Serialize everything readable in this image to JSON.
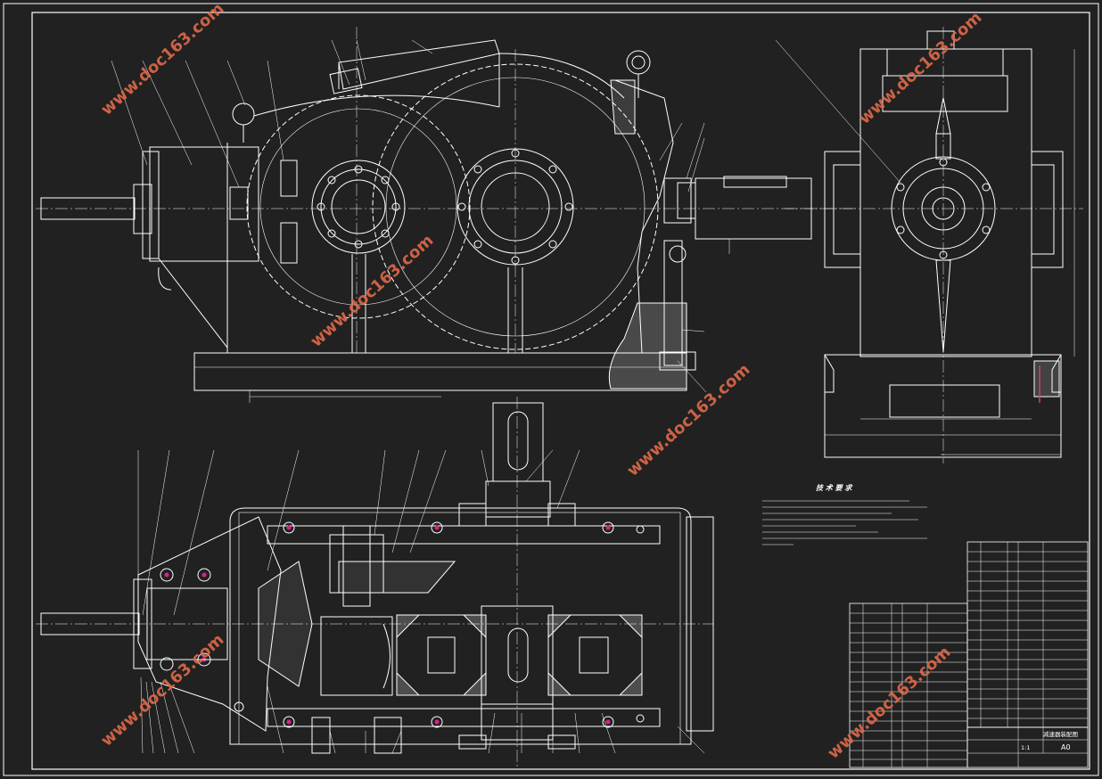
{
  "colors": {
    "background": "#212121",
    "line": "#ffffff",
    "watermark": "#e06a4a",
    "bolt_marker": "#e0208a",
    "center_line": "#d83a6a"
  },
  "watermark_text": "www.doc163.com",
  "tech_requirements": {
    "title": "技 术 要 求"
  },
  "sheet_size": "A0",
  "title_block": {
    "name": "减速器装配图",
    "scale": "1:1"
  }
}
